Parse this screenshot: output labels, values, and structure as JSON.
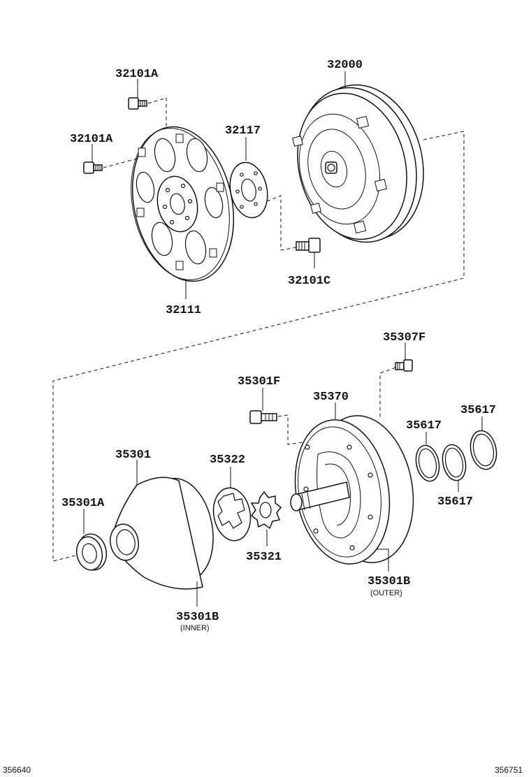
{
  "diagram": {
    "labels": {
      "p32101a_top": "32101A",
      "p32000": "32000",
      "p32101a_left": "32101A",
      "p32117": "32117",
      "p32101c": "32101C",
      "p32111": "32111",
      "p35307f": "35307F",
      "p35301f": "35301F",
      "p35370": "35370",
      "p35617_a": "35617",
      "p35617_b": "35617",
      "p35617_c": "35617",
      "p35301": "35301",
      "p35322": "35322",
      "p35301a": "35301A",
      "p35321": "35321",
      "p35301b_outer": "35301B",
      "p35301b_inner": "35301B"
    },
    "sublabels": {
      "outer": "(OUTER)",
      "inner": "(INNER)"
    },
    "footer": {
      "left_code": "356640",
      "right_code": "356751"
    }
  }
}
